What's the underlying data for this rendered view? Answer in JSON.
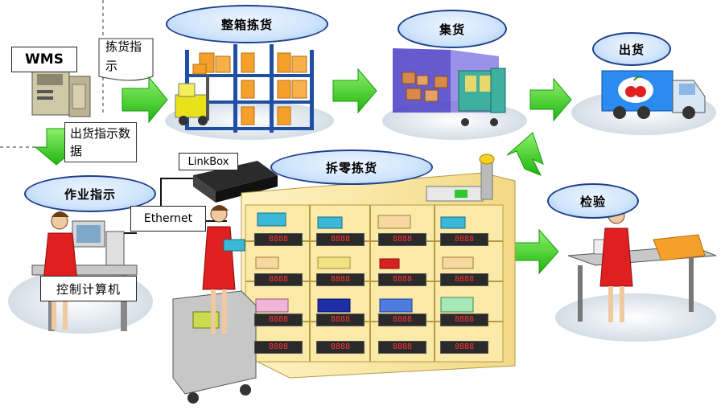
{
  "labels": {
    "wms": "WMS",
    "pick_instruction": "拣货指示",
    "ship_instruction_data": "出货指示数据",
    "case_picking": "整箱拣货",
    "consolidation": "集货",
    "shipping": "出货",
    "linkbox": "LinkBox",
    "piece_picking": "拆零拣货",
    "work_instruction": "作业指示",
    "ethernet": "Ethernet",
    "inspection": "检验",
    "control_computer": "控制计算机"
  },
  "display_readout": "8888",
  "colors": {
    "arrow_green": "#2ecc1e",
    "oval_border": "#1e3f8a",
    "oval_fill": "#cfe4fb",
    "shelf_yellow": "#fbe9a8",
    "carton_orange": "#f5a02a",
    "rack_blue": "#1f4fa3",
    "worker_red": "#e02020",
    "display_red": "#ff3333"
  }
}
